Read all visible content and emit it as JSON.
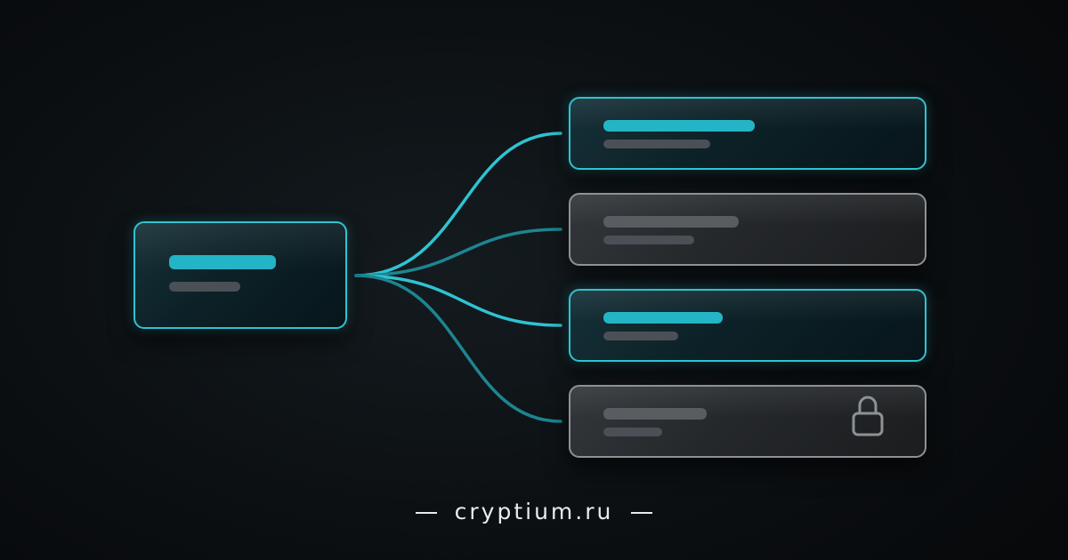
{
  "source_node": {
    "style": "accent"
  },
  "target_nodes": [
    {
      "style": "accent",
      "locked": false,
      "line_color": "#2fc3d2"
    },
    {
      "style": "muted",
      "locked": false,
      "line_color": "#1d8591"
    },
    {
      "style": "accent",
      "locked": false,
      "line_color": "#2fc3d2"
    },
    {
      "style": "muted",
      "locked": true,
      "line_color": "#1d8591"
    }
  ],
  "colors": {
    "accent": "#2fc3d2",
    "accent_bar": "#23b4c6",
    "muted_border": "#8d9296",
    "muted_bar": "#585d62",
    "background": "#0c1013"
  },
  "icons": {
    "lock": "lock-icon"
  },
  "footer": {
    "text": "cryptium.ru"
  }
}
